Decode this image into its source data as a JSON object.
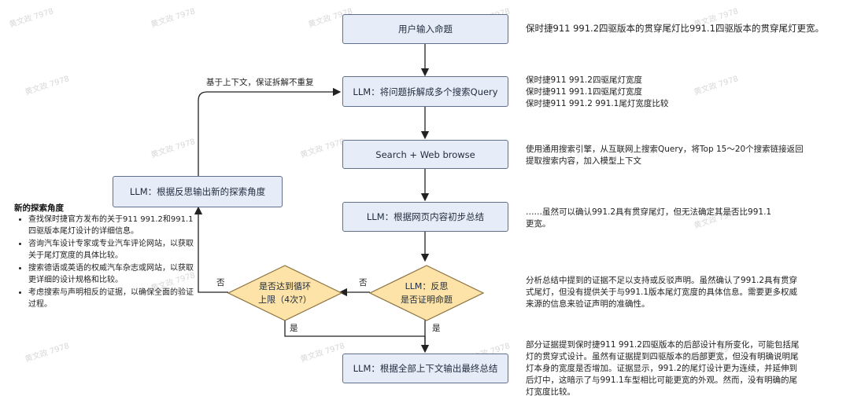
{
  "nodes": {
    "user_input": "用户输入命题",
    "decompose": "LLM：将问题拆解成多个搜索Query",
    "search": "Search + Web browse",
    "summary": "LLM：根据网页内容初步总结",
    "reflect": "LLM：反思\n是否证明命题",
    "loop_check": "是否达到循环\n上限（4次?）",
    "final": "LLM：根据全部上下文输出最终总结",
    "new_angle": "LLM：根据反思输出新的探索角度"
  },
  "edge_labels": {
    "feedback": "基于上下文，保证拆解不重复",
    "reflect_no": "否",
    "reflect_yes": "是",
    "loop_no": "否",
    "loop_yes": "是"
  },
  "notes": {
    "user_input": "保时捷911 991.2四驱版本的贯穿尾灯比991.1四驱版本的贯穿尾灯更宽。",
    "decompose": [
      "保时捷911 991.2四驱尾灯宽度",
      "保时捷911 991.1四驱尾灯宽度",
      "保时捷911 991.2 991.1尾灯宽度比较"
    ],
    "search": [
      "使用通用搜索引擎，从互联网上搜索Query，将Top 15～20个搜索链接返回",
      "提取搜索内容，加入模型上下文"
    ],
    "summary": [
      "……虽然可以确认991.2具有贯穿尾灯，但无法确定其是否比991.1",
      "更宽。"
    ],
    "reflect": [
      "分析总结中提到的证据不足以支持或反驳声明。虽然确认了991.2具有贯穿",
      "式尾灯，但没有提供关于与991.1版本尾灯宽度的具体信息。需要更多权威",
      "来源的信息来验证声明的准确性。"
    ],
    "final": [
      "部分证据提到保时捷911 991.2四驱版本的后部设计有所变化，可能包括尾",
      "灯的贯穿式设计。虽然有证据提到四驱版本的后部更宽，但没有明确说明尾",
      "灯本身的宽度是否增加。证据显示，991.2的尾灯设计更为连续，并延伸到",
      "后灯中，这暗示了与991.1车型相比可能更宽的外观。然而，没有明确的尾",
      "灯宽度比较。"
    ]
  },
  "side": {
    "title": "新的探索角度",
    "items": [
      "查找保时捷官方发布的关于911 991.2和991.1四驱版本尾灯设计的详细信息。",
      "咨询汽车设计专家或专业汽车评论网站，以获取关于尾灯宽度的具体比较。",
      "搜索德语或英语的权威汽车杂志或网站，以获取更详细的设计规格和比较。",
      "考虑搜索与声明相反的证据，以确保全面的验证过程。"
    ]
  },
  "watermark": "黄文政 7978",
  "colors": {
    "box_fill": "#e7edf8",
    "box_border": "#5f6f8c",
    "diamond_fill": "#fde3a7",
    "diamond_border": "#8a7240",
    "line": "#222222"
  }
}
